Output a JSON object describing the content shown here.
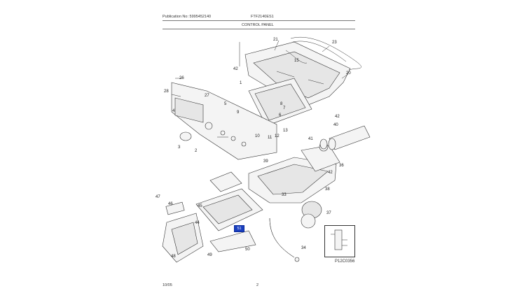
{
  "header": {
    "publication": "Publication No: 5995452140",
    "model": "FTF2140ES1",
    "section_title": "CONTROL PANEL"
  },
  "footer": {
    "date": "10/05",
    "page": "2"
  },
  "figure_code": "P12C0356",
  "selected_callout": "51",
  "labels": [
    "21",
    "23",
    "42",
    "15",
    "1",
    "20",
    "42",
    "26",
    "27",
    "28",
    "4",
    "5",
    "9",
    "10",
    "11",
    "12",
    "13",
    "6",
    "7",
    "8",
    "40",
    "41",
    "42",
    "36",
    "3",
    "2",
    "39",
    "38",
    "47",
    "46",
    "45",
    "44",
    "33",
    "37",
    "34",
    "48",
    "49",
    "50"
  ]
}
